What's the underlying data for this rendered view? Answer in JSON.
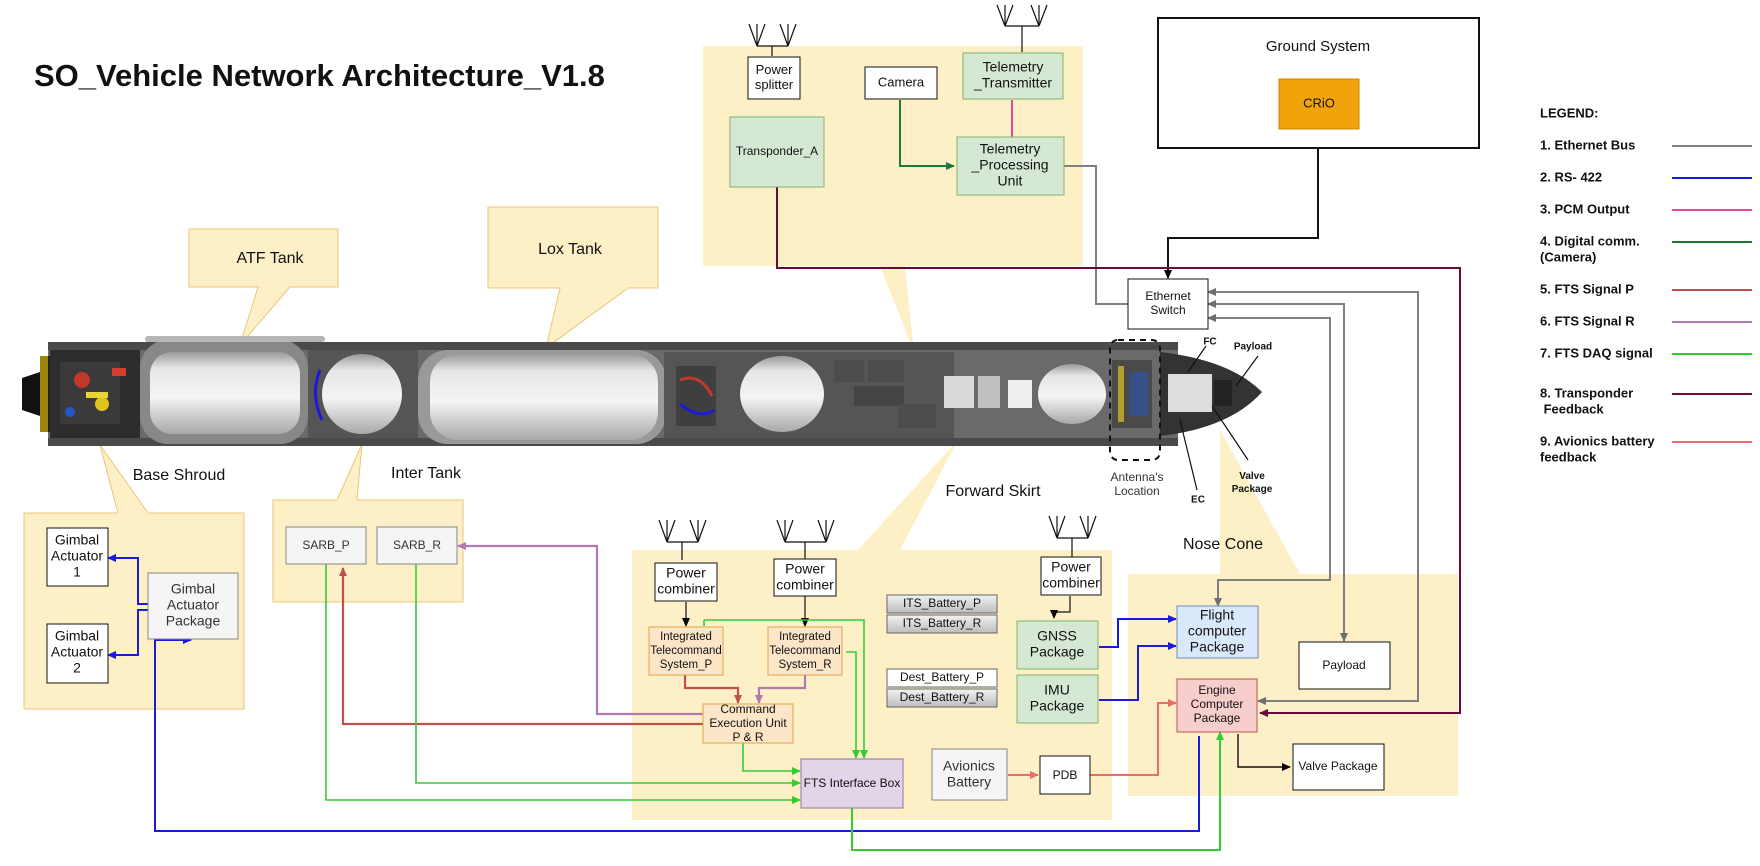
{
  "title": "SO_Vehicle Network Architecture_V1.8",
  "sections": {
    "base_shroud": "Base Shroud",
    "inter_tank": "Inter Tank",
    "forward_skirt": "Forward Skirt",
    "nose_cone": "Nose Cone",
    "ground_system": "Ground System",
    "atf_tank": "ATF Tank",
    "lox_tank": "Lox Tank"
  },
  "components": {
    "power_splitter": [
      "Power",
      "splitter"
    ],
    "camera": "Camera",
    "telemetry_transmitter": [
      "Telemetry",
      "_Transmitter"
    ],
    "transponder_a": "Transponder_A",
    "telemetry_processing_unit": [
      "Telemetry",
      "_Processing",
      "Unit"
    ],
    "crio": "CRiO",
    "ethernet_switch": [
      "Ethernet",
      "Switch"
    ],
    "gimbal_actuator_1": [
      "Gimbal",
      "Actuator",
      "1"
    ],
    "gimbal_actuator_2": [
      "Gimbal",
      "Actuator",
      "2"
    ],
    "gimbal_actuator_package": [
      "Gimbal",
      "Actuator",
      "Package"
    ],
    "sarb_p": "SARB_P",
    "sarb_r": "SARB_R",
    "power_combiner_1": [
      "Power",
      "combiner"
    ],
    "power_combiner_2": [
      "Power",
      "combiner"
    ],
    "power_combiner_3": [
      "Power",
      "combiner"
    ],
    "its_p": [
      "Integrated",
      "Telecommand",
      "System_P"
    ],
    "its_r": [
      "Integrated",
      "Telecommand",
      "System_R"
    ],
    "its_battery_p": "ITS_Battery_P",
    "its_battery_r": "ITS_Battery_R",
    "dest_battery_p": "Dest_Battery_P",
    "dest_battery_r": "Dest_Battery_R",
    "command_execution_unit": [
      "Command",
      "Execution Unit",
      "P & R"
    ],
    "fts_interface_box": "FTS Interface Box",
    "avionics_battery": [
      "Avionics",
      "Battery"
    ],
    "pdb": "PDB",
    "gnss_package": [
      "GNSS",
      "Package"
    ],
    "imu_package": [
      "IMU",
      "Package"
    ],
    "flight_computer_package": [
      "Flight",
      "computer",
      "Package"
    ],
    "engine_computer_package": [
      "Engine",
      "Computer",
      "Package"
    ],
    "payload": "Payload",
    "valve_package": "Valve Package"
  },
  "vehicle_labels": {
    "fc": "FC",
    "payload": "Payload",
    "valve_package": [
      "Valve",
      "Package"
    ],
    "ec": "EC",
    "antenna_location": [
      "Antenna's",
      "Location"
    ]
  },
  "legend": {
    "title": "LEGEND:",
    "items": [
      {
        "label": [
          "1. Ethernet Bus"
        ],
        "color": "#808080"
      },
      {
        "label": [
          "2. RS- 422"
        ],
        "color": "#1a1adb"
      },
      {
        "label": [
          "3. PCM Output"
        ],
        "color": "#e8489a"
      },
      {
        "label": [
          "4. Digital comm.",
          "(Camera)"
        ],
        "color": "#1a7a3c"
      },
      {
        "label": [
          "5. FTS Signal P"
        ],
        "color": "#c0504d"
      },
      {
        "label": [
          "6. FTS Signal R"
        ],
        "color": "#b07ab0"
      },
      {
        "label": [
          "7. FTS DAQ signal"
        ],
        "color": "#33cc33"
      },
      {
        "label": [
          "8. Transponder",
          " Feedback"
        ],
        "color": "#6b0a3a"
      },
      {
        "label": [
          "9. Avionics battery",
          "feedback"
        ],
        "color": "#ee6b6b"
      }
    ]
  },
  "colors": {
    "zone_fill": "#fdefc6",
    "zone_stroke": "#e8c77a",
    "green_box": "#d5e8d4",
    "orange_box": "#fde6c8",
    "purple_box": "#e1d5e7",
    "blue_box": "#dae8fc",
    "red_box": "#f8cecc",
    "gray_box": "#f5f5f5",
    "crio_fill": "#f0a30a"
  }
}
